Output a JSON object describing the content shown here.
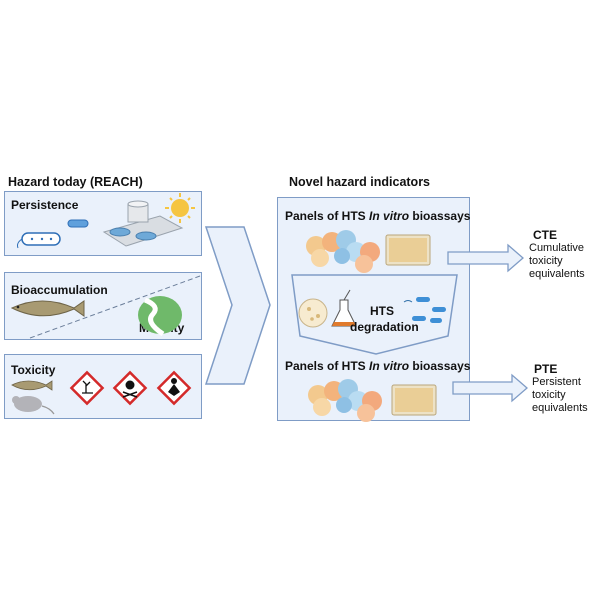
{
  "left": {
    "heading": "Hazard today (REACH)",
    "persistence": "Persistence",
    "bioaccumulation": "Bioaccumulation",
    "mobility": "Mobility",
    "toxicity": "Toxicity"
  },
  "right": {
    "heading": "Novel hazard indicators",
    "panel_prefix": "Panels of HTS ",
    "panel_italic": "In vitro",
    "panel_suffix": " bioassays",
    "hts": "HTS",
    "degradation": "degradation"
  },
  "outputs": {
    "cte": {
      "abbr": "CTE",
      "line1": "Cumulative",
      "line2": "toxicity",
      "line3": "equivalents"
    },
    "pte": {
      "abbr": "PTE",
      "line1": "Persistent",
      "line2": "toxicity",
      "line3": "equivalents"
    }
  },
  "colors": {
    "box_fill": "#eaf1fb",
    "box_border": "#7f9cc6",
    "hazard_red": "#d42a2a",
    "orange_cells": "#f3b37c",
    "blue_cells": "#9fcbe8",
    "plate": "#e8c98a"
  }
}
